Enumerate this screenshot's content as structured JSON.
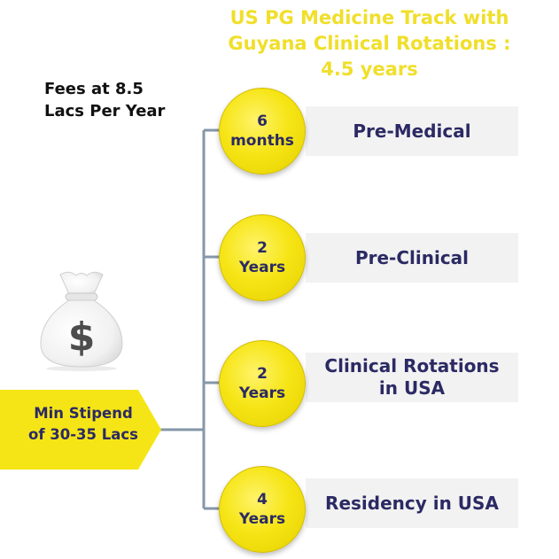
{
  "title": {
    "line1": "US PG Medicine Track with",
    "line2": "Guyana Clinical Rotations :",
    "line3": "4.5 years",
    "color": "#f0df2a"
  },
  "fees": {
    "line1": "Fees at 8.5",
    "line2": "Lacs Per Year"
  },
  "stipend": {
    "line1": "Min Stipend",
    "line2": "of 30-35 Lacs",
    "icon": "money-bag-icon",
    "symbol": "$"
  },
  "stages": [
    {
      "duration_num": "6",
      "duration_unit": "months",
      "label_line1": "Pre-Medical",
      "label_line2": ""
    },
    {
      "duration_num": "2",
      "duration_unit": "Years",
      "label_line1": "Pre-Clinical",
      "label_line2": ""
    },
    {
      "duration_num": "2",
      "duration_unit": "Years",
      "label_line1": "Clinical Rotations",
      "label_line2": "in USA"
    },
    {
      "duration_num": "4",
      "duration_unit": "Years",
      "label_line1": "Residency in USA",
      "label_line2": ""
    }
  ],
  "colors": {
    "disc": "#f6e516",
    "text": "#2b2a64",
    "connector": "#8597a8",
    "panel": "#f2f2f2"
  }
}
